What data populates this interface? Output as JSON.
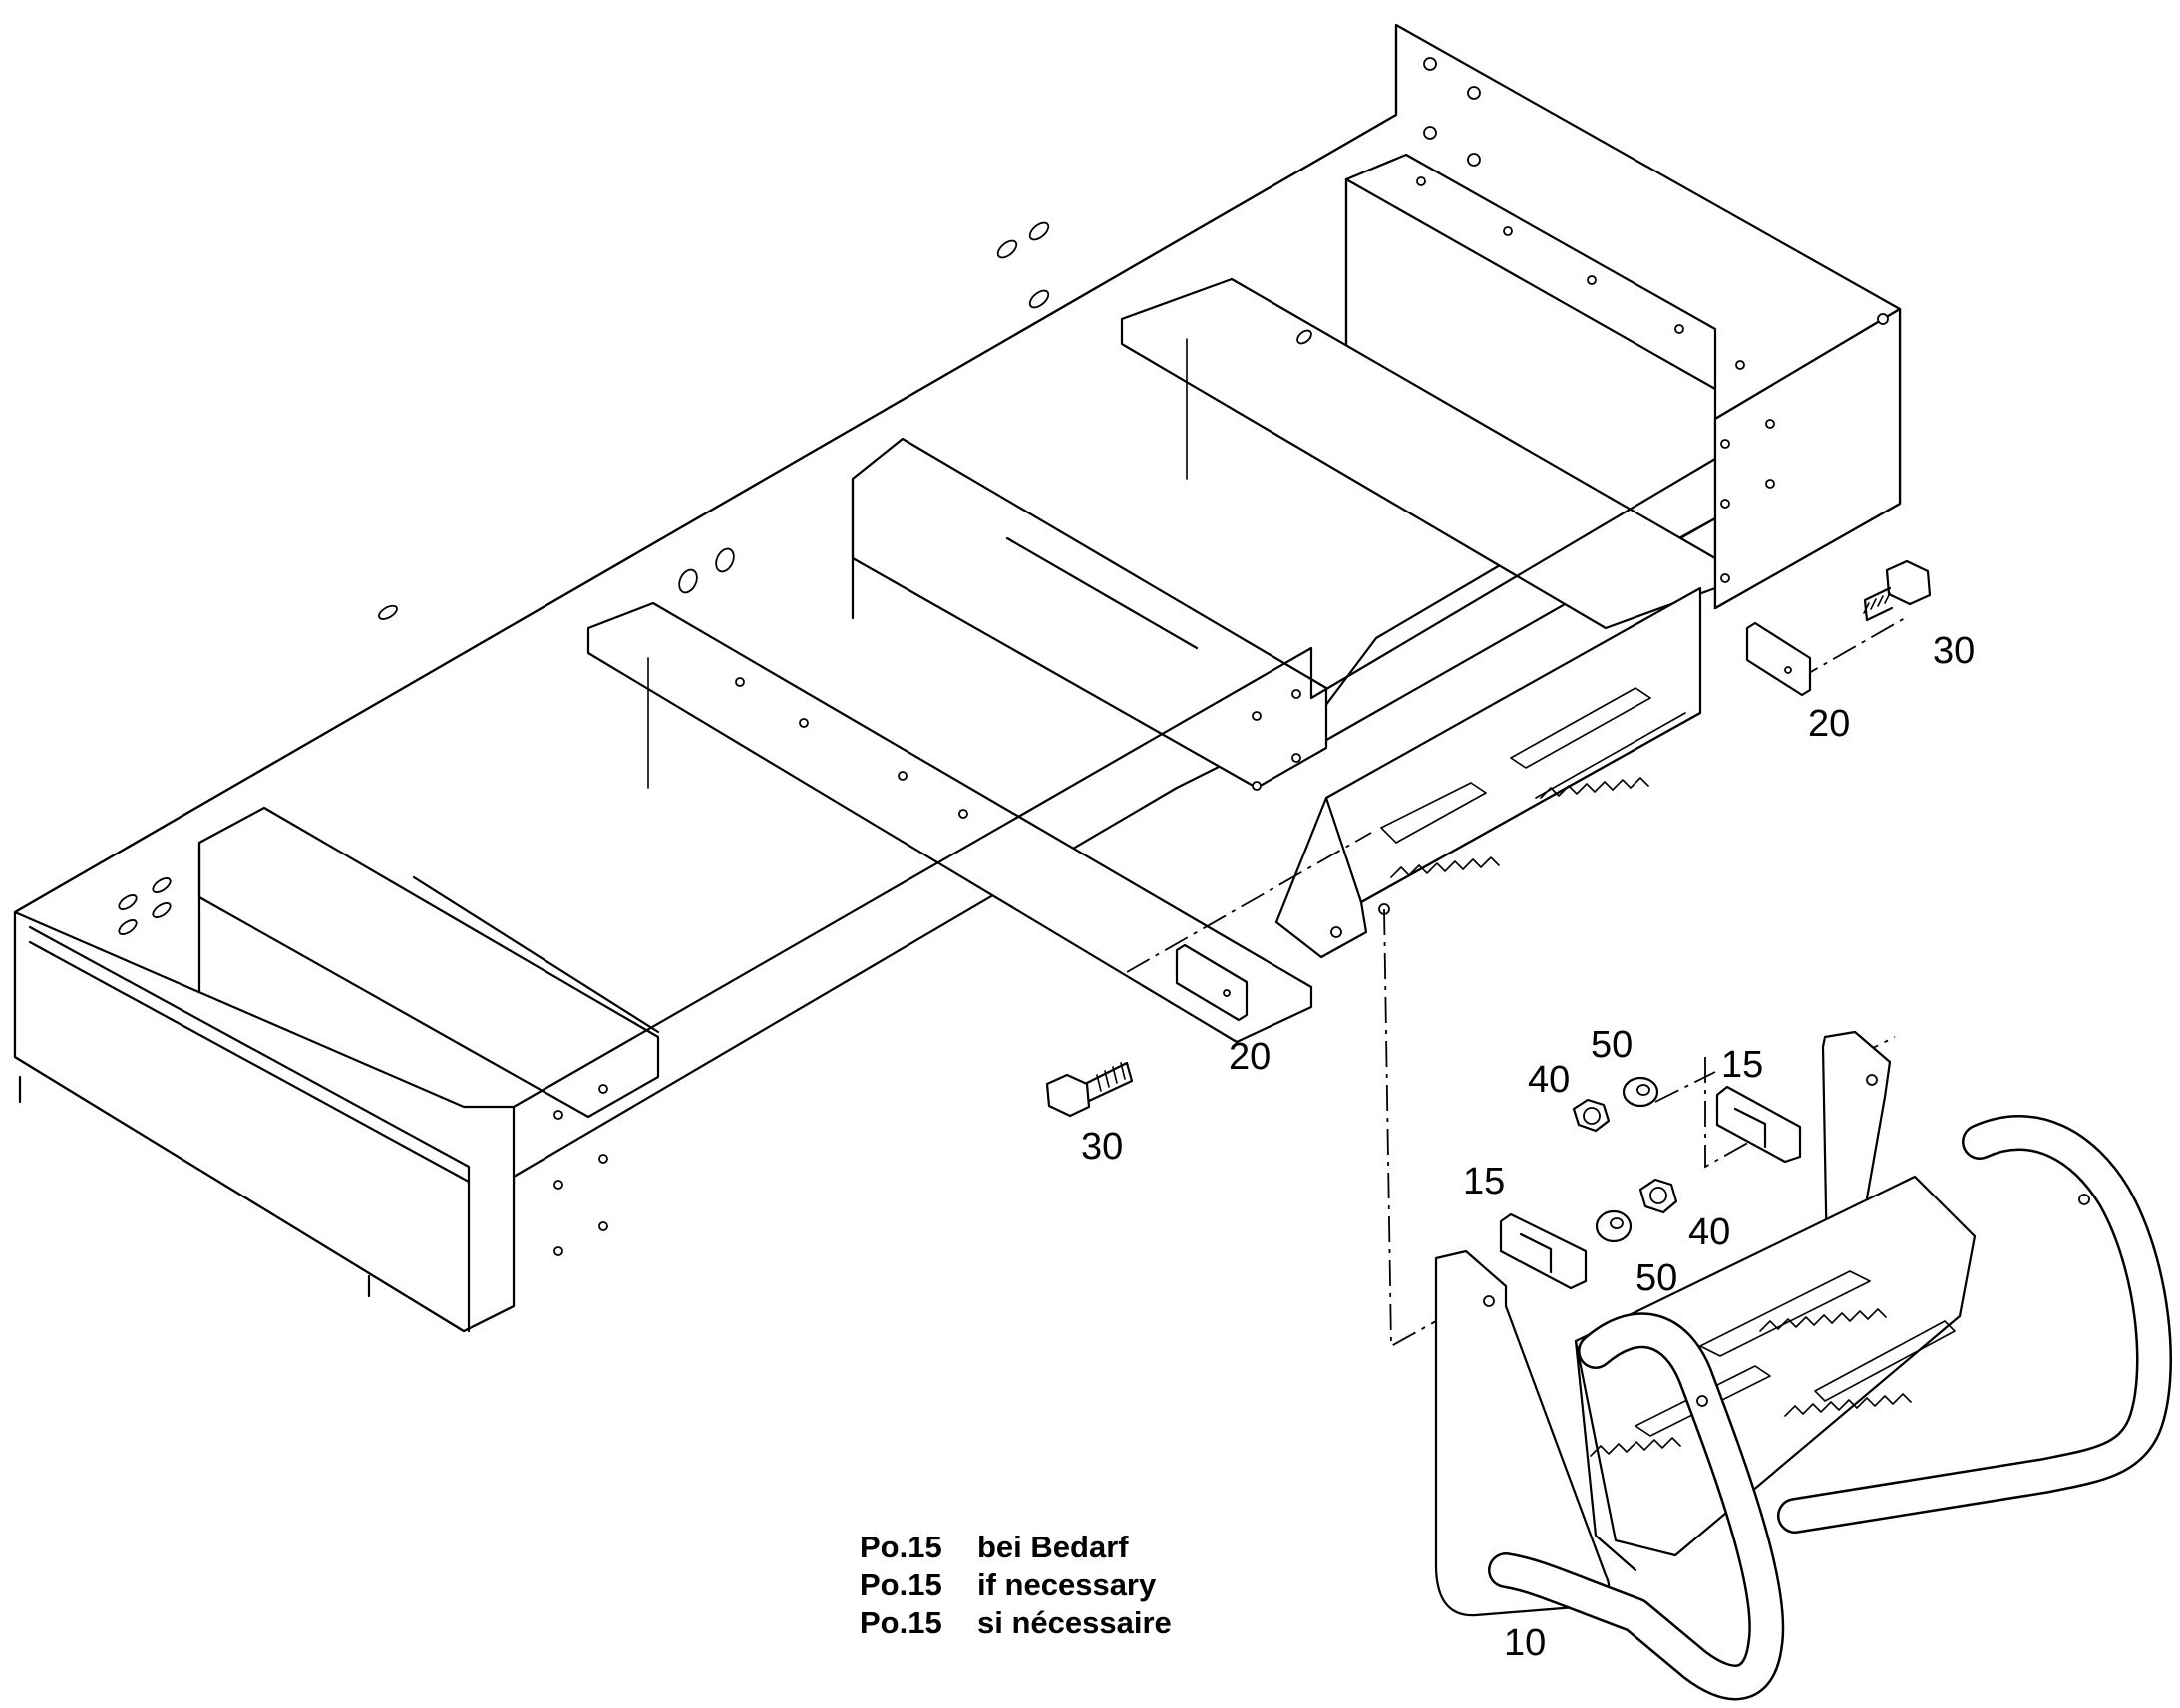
{
  "callouts": {
    "c30_right": "30",
    "c20_right": "20",
    "c20_left": "20",
    "c30_left": "30",
    "c50_top": "50",
    "c40_top": "40",
    "c15_top": "15",
    "c15_left": "15",
    "c40_bottom": "40",
    "c50_bottom": "50",
    "c10": "10"
  },
  "notes": [
    {
      "ref": "Po.15",
      "text": "bei Bedarf"
    },
    {
      "ref": "Po.15",
      "text": "if necessary"
    },
    {
      "ref": "Po.15",
      "text": "si nécessaire"
    }
  ]
}
